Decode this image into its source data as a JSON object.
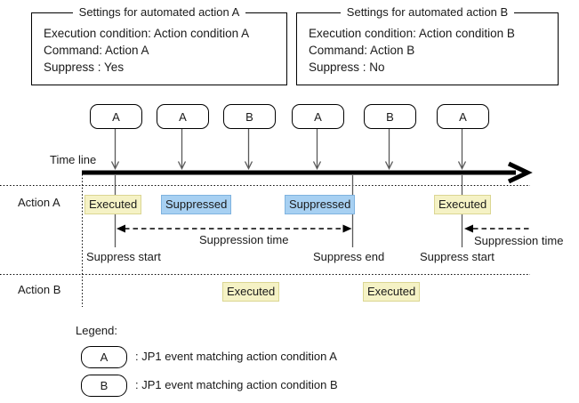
{
  "settings_boxes": [
    {
      "title": "Settings for automated action A",
      "lines": [
        "Execution condition: Action condition A",
        "Command: Action A",
        "Suppress : Yes"
      ]
    },
    {
      "title": "Settings for automated action B",
      "lines": [
        "Execution condition: Action condition B",
        "Command: Action B",
        "Suppress : No"
      ]
    }
  ],
  "events": {
    "labels": [
      "A",
      "A",
      "B",
      "A",
      "B",
      "A"
    ]
  },
  "timeline": {
    "label": "Time line"
  },
  "rows": {
    "action_a": {
      "label": "Action A",
      "badges": [
        "Executed",
        "Suppressed",
        "Suppressed",
        "Executed"
      ]
    },
    "action_b": {
      "label": "Action B",
      "badges": [
        "Executed",
        "Executed"
      ]
    }
  },
  "suppression": {
    "time_label": "Suppression time",
    "start_label": "Suppress start",
    "end_label": "Suppress end",
    "right_time_label": "Suppression time",
    "right_start_label": "Suppress start"
  },
  "legend": {
    "heading": "Legend:",
    "items": [
      {
        "symbol": "A",
        "text": ": JP1 event matching action condition A"
      },
      {
        "symbol": "B",
        "text": ": JP1 event matching action condition B"
      }
    ]
  },
  "colors": {
    "executed_bg": "#F5F2C5",
    "executed_border": "#DBD693",
    "suppressed_bg": "#A7D0F2",
    "suppressed_border": "#7FB3DF",
    "line_gray": "#595959",
    "line_black": "#000000"
  }
}
